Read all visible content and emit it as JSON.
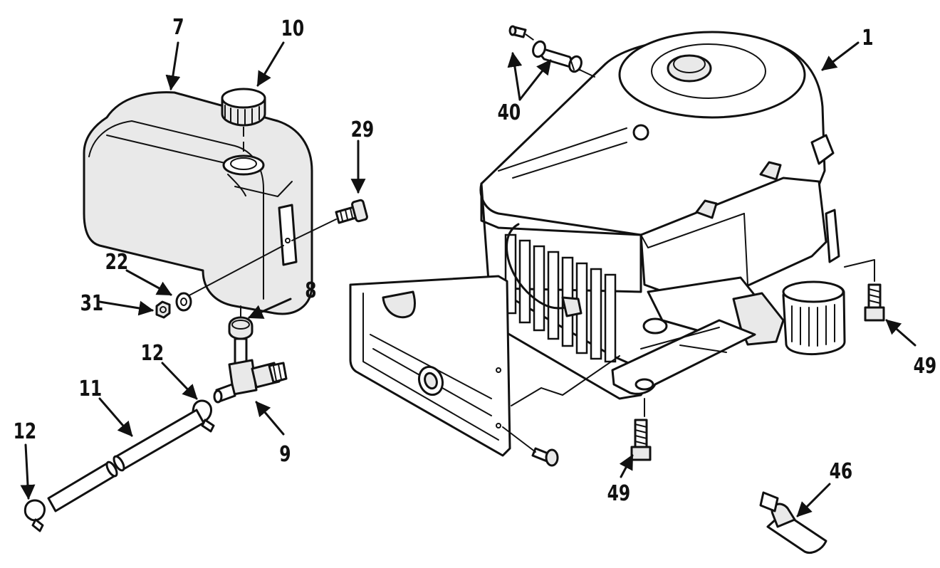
{
  "diagram": {
    "callouts": [
      {
        "id": "c1",
        "text": "1"
      },
      {
        "id": "c7",
        "text": "7"
      },
      {
        "id": "c10",
        "text": "10"
      },
      {
        "id": "c29",
        "text": "29"
      },
      {
        "id": "c40",
        "text": "40"
      },
      {
        "id": "c22",
        "text": "22"
      },
      {
        "id": "c31",
        "text": "31"
      },
      {
        "id": "c8",
        "text": "8"
      },
      {
        "id": "c12a",
        "text": "12"
      },
      {
        "id": "c11",
        "text": "11"
      },
      {
        "id": "c9",
        "text": "9"
      },
      {
        "id": "c12b",
        "text": "12"
      },
      {
        "id": "c49a",
        "text": "49"
      },
      {
        "id": "c49b",
        "text": "49"
      },
      {
        "id": "c46",
        "text": "46"
      }
    ]
  }
}
